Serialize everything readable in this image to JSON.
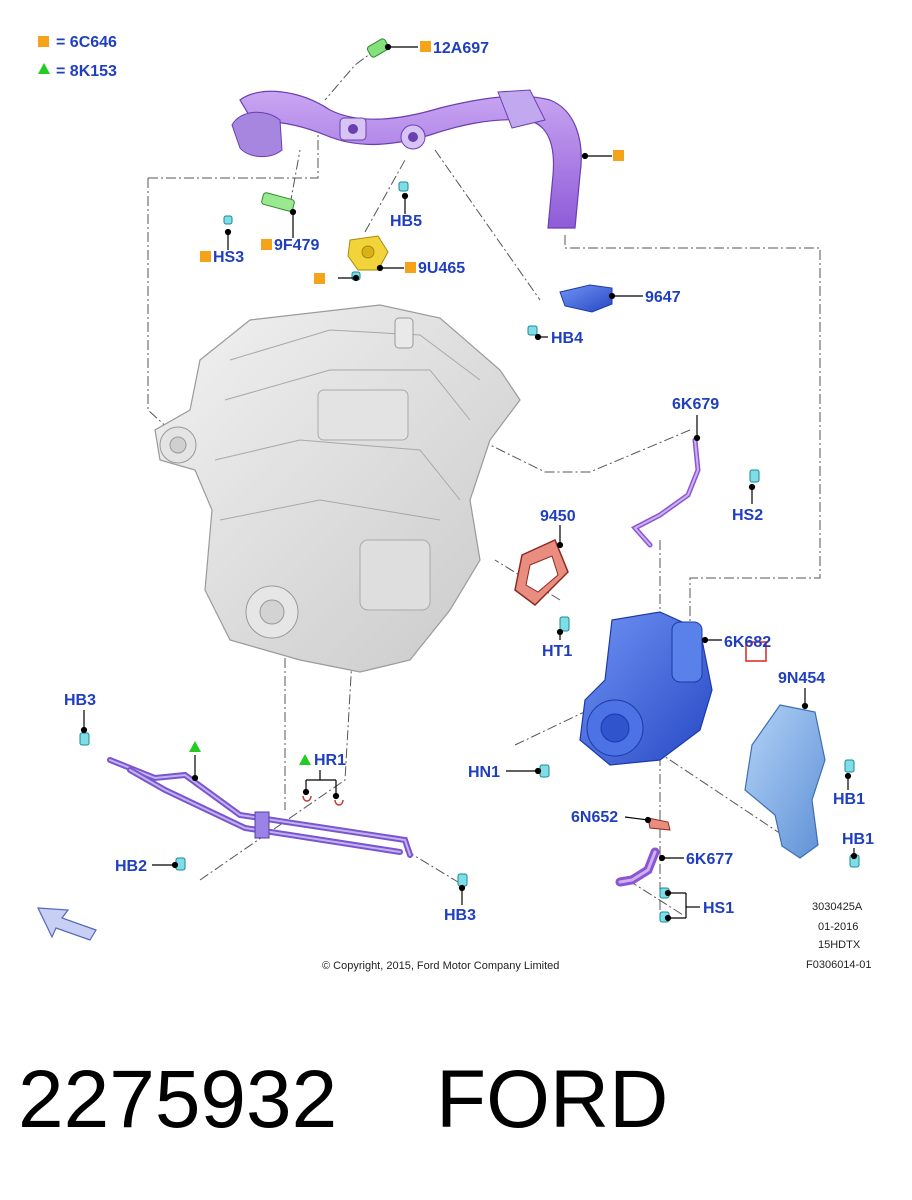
{
  "legend": [
    {
      "symbol": "square",
      "color": "#f4a31a",
      "text": "= 6C646"
    },
    {
      "symbol": "triangle",
      "color": "#22cc22",
      "text": "= 8K153"
    }
  ],
  "callouts": {
    "c12A697": "12A697",
    "cHS3a": "HS3",
    "c9F479": "9F479",
    "cHB5": "HB5",
    "c9U465": "9U465",
    "c9647": "9647",
    "cHB4": "HB4",
    "c6K679": "6K679",
    "cHS2": "HS2",
    "c9450": "9450",
    "cHT1": "HT1",
    "c6K682": "6K682",
    "c9N454": "9N454",
    "cHB3a": "HB3",
    "cHR1": "HR1",
    "cHN1": "HN1",
    "cHB1a": "HB1",
    "c6N652": "6N652",
    "cHB1b": "HB1",
    "cHB2": "HB2",
    "c6K677": "6K677",
    "cHS1": "HS1",
    "cHB3b": "HB3"
  },
  "reference": [
    "3030425A",
    "01-2016",
    "15HDTX",
    "F0306014-01"
  ],
  "copyright": "© Copyright, 2015, Ford Motor Company Limited",
  "footer": {
    "part_number": "2275932",
    "brand": "FORD"
  },
  "colors": {
    "label": "#1f3fbf",
    "orange": "#f4a31a",
    "green": "#22cc22",
    "purple": "#9966dd",
    "blue": "#3d67e0",
    "red_gasket": "#c84b3e",
    "highlight_box": "#e02020"
  }
}
